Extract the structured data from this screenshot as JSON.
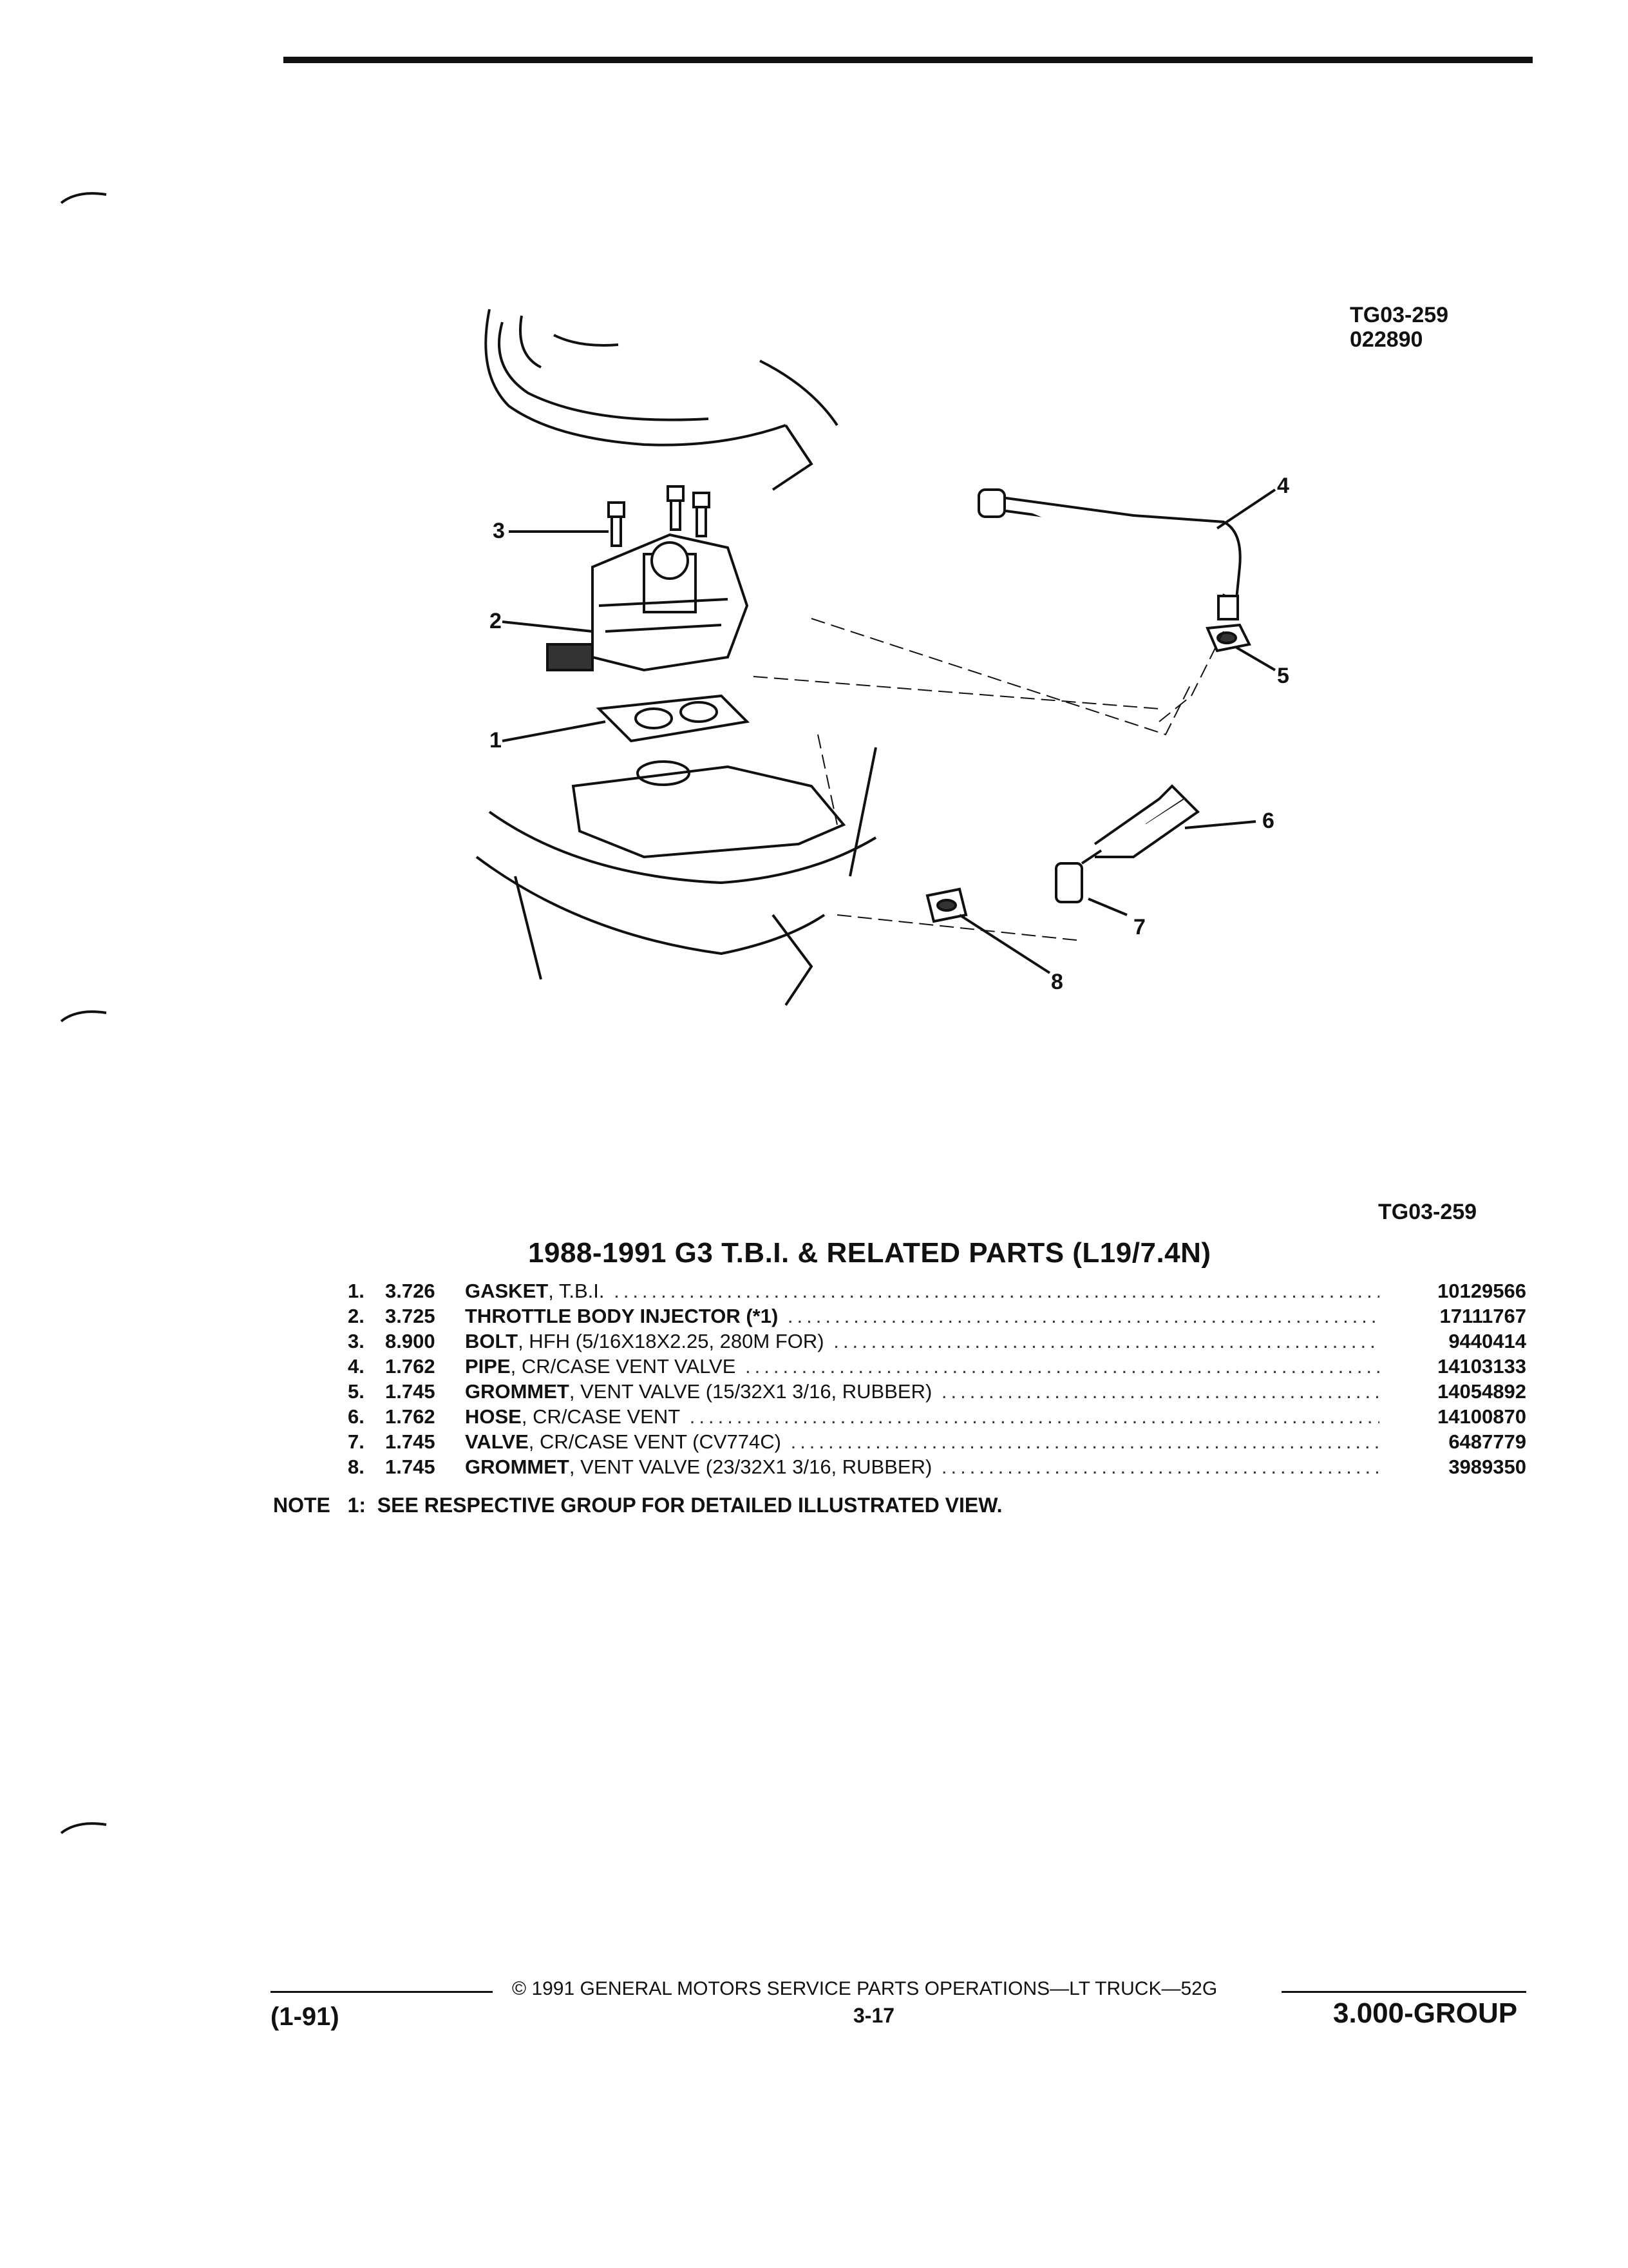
{
  "header": {
    "ref_code": "TG03-259",
    "ref_date": "022890"
  },
  "diagram": {
    "callouts": [
      "1",
      "2",
      "3",
      "4",
      "5",
      "6",
      "7",
      "8"
    ],
    "ref_code": "TG03-259"
  },
  "section": {
    "title": "1988-1991 G3 T.B.I. & RELATED PARTS (L19/7.4N)"
  },
  "parts": [
    {
      "index": "1.",
      "group": "3.726",
      "name": "GASKET",
      "detail": ", T.B.I.",
      "part_number": "10129566"
    },
    {
      "index": "2.",
      "group": "3.725",
      "name": "THROTTLE BODY INJECTOR (*1)",
      "detail": "",
      "part_number": "17111767"
    },
    {
      "index": "3.",
      "group": "8.900",
      "name": "BOLT",
      "detail": ", HFH (5/16X18X2.25, 280M FOR)",
      "part_number": "9440414"
    },
    {
      "index": "4.",
      "group": "1.762",
      "name": "PIPE",
      "detail": ", CR/CASE VENT VALVE",
      "part_number": "14103133"
    },
    {
      "index": "5.",
      "group": "1.745",
      "name": "GROMMET",
      "detail": ", VENT VALVE (15/32X1 3/16, RUBBER)",
      "part_number": "14054892"
    },
    {
      "index": "6.",
      "group": "1.762",
      "name": "HOSE",
      "detail": ", CR/CASE VENT",
      "part_number": "14100870"
    },
    {
      "index": "7.",
      "group": "1.745",
      "name": "VALVE",
      "detail": ", CR/CASE VENT (CV774C)",
      "part_number": "6487779"
    },
    {
      "index": "8.",
      "group": "1.745",
      "name": "GROMMET",
      "detail": ", VENT VALVE (23/32X1 3/16, RUBBER)",
      "part_number": "3989350"
    }
  ],
  "note": {
    "label": "NOTE",
    "number": "1:",
    "text": "SEE RESPECTIVE GROUP FOR DETAILED ILLUSTRATED VIEW."
  },
  "footer": {
    "copyright": "© 1991 GENERAL MOTORS SERVICE PARTS OPERATIONS—LT TRUCK—52G",
    "revision": "(1-91)",
    "page": "3-17",
    "group": "3.000-GROUP"
  }
}
